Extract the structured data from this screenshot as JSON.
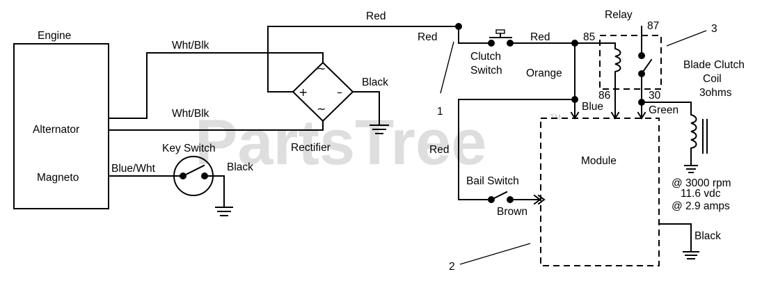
{
  "watermark": {
    "text": "PartsTree",
    "tm": "TM"
  },
  "components": {
    "engine": "Engine",
    "alternator": "Alternator",
    "magneto": "Magneto",
    "key_switch": "Key Switch",
    "rectifier": "Rectifier",
    "clutch_switch_line1": "Clutch",
    "clutch_switch_line2": "Switch",
    "relay": "Relay",
    "blade_clutch_line1": "Blade Clutch",
    "blade_clutch_line2": "Coil",
    "blade_clutch_line3": "3ohms",
    "module": "Module",
    "bail_switch": "Bail Switch"
  },
  "wires": {
    "red_top": "Red",
    "red_junction": "Red",
    "red_clutch": "Red",
    "red_left": "Red",
    "wht_blk_top": "Wht/Blk",
    "wht_blk_bottom": "Wht/Blk",
    "black_rectifier": "Black",
    "blue_wht": "Blue/Wht",
    "black_key": "Black",
    "orange": "Orange",
    "blue": "Blue",
    "green": "Green",
    "brown": "Brown",
    "black_module": "Black"
  },
  "relay_pins": {
    "p85": "85",
    "p86": "86",
    "p87": "87",
    "p30": "30"
  },
  "callouts": {
    "c1": "1",
    "c2": "2",
    "c3": "3"
  },
  "rectifier_symbols": {
    "ac_top": "~",
    "ac_bottom": "~",
    "plus": "+",
    "minus": "–"
  },
  "specs": {
    "rpm": "@ 3000 rpm",
    "volts": "11.6 vdc",
    "amps": "@ 2.9 amps"
  }
}
